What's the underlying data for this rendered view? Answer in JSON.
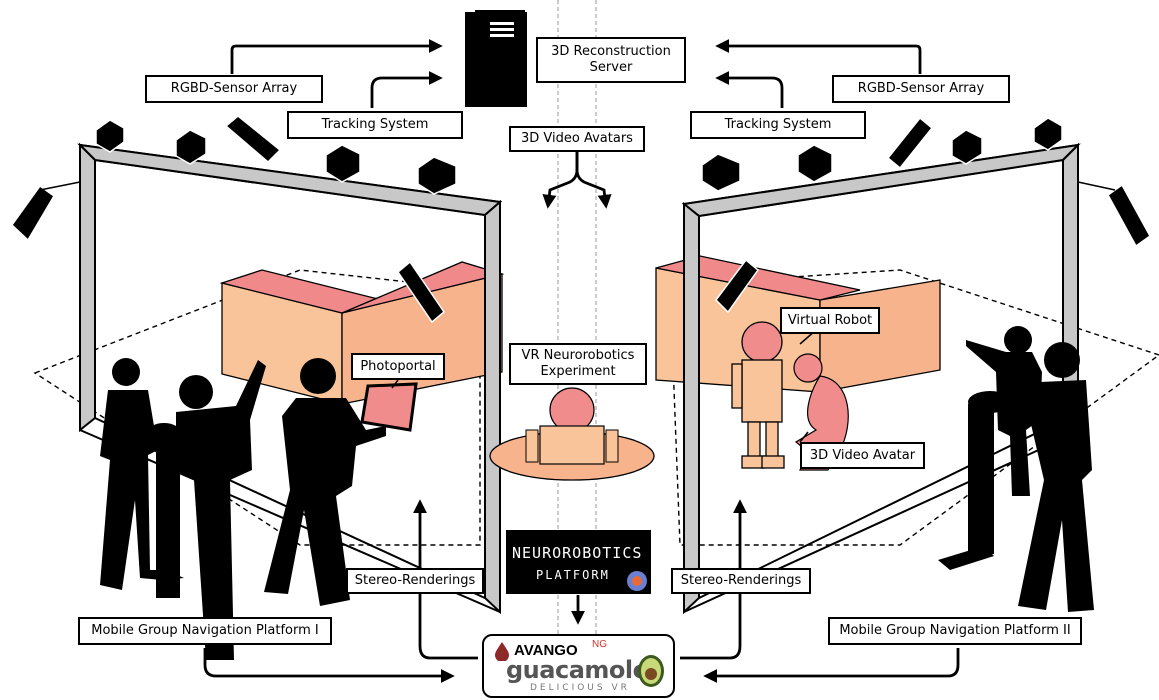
{
  "labels": {
    "server": [
      "3D Reconstruction",
      "Server"
    ],
    "rgbd_left": "RGBD-Sensor Array",
    "rgbd_right": "RGBD-Sensor Array",
    "tracking_left": "Tracking System",
    "tracking_right": "Tracking System",
    "video_avatars": "3D Video Avatars",
    "photoportal": "Photoportal",
    "vr_experiment": [
      "VR Neurorobotics",
      "Experiment"
    ],
    "virtual_robot": "Virtual Robot",
    "video_avatar": "3D Video Avatar",
    "stereo_left": "Stereo-Renderings",
    "stereo_right": "Stereo-Renderings",
    "platform_left": "Mobile Group Navigation Platform I",
    "platform_right": "Mobile Group Navigation Platform II"
  },
  "logos": {
    "nrp_line1": "NEUROROBOTICS",
    "nrp_line2": "PLATFORM",
    "avango": "AVANGO",
    "avango_ng": "NG",
    "guacamole": "guacamole",
    "delicious": "DELICIOUS VR"
  },
  "colors": {
    "wall_front": "#f9c49a",
    "wall_top": "#f08a8a",
    "wall_side": "#f7b48c",
    "robot": "#f08c8c",
    "screen_frame": "#c8c8c8",
    "silhouette": "#000000"
  }
}
